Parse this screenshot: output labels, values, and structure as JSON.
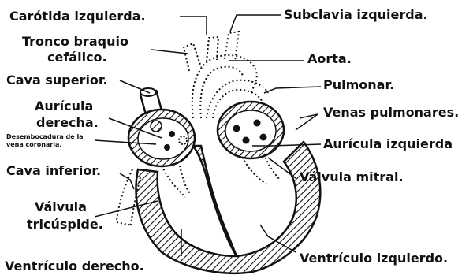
{
  "labels": {
    "carotida": "Carótida izquierda.",
    "subclavia": "Subclavia izquierda.",
    "tronco_1": "Tronco braquio",
    "tronco_2": "cefálico.",
    "aorta": "Aorta.",
    "cava_superior": "Cava superior.",
    "pulmonar": "Pulmonar.",
    "auricula_der_1": "Aurícula",
    "auricula_der_2": "derecha.",
    "venas_pulmonares": "Venas pulmonares.",
    "desemboc_1": "Desembocadura de la",
    "desemboc_2": "vena coronaria.",
    "auricula_izq": "Aurícula izquierda",
    "cava_inferior": "Cava inferior.",
    "valvula_mitral": "Válvula mitral.",
    "valvula_tric_1": "Válvula",
    "valvula_tric_2": "tricúspide.",
    "ventriculo_izq": "Ventrículo izquierdo.",
    "ventriculo_der": "Ventrículo derecho."
  }
}
